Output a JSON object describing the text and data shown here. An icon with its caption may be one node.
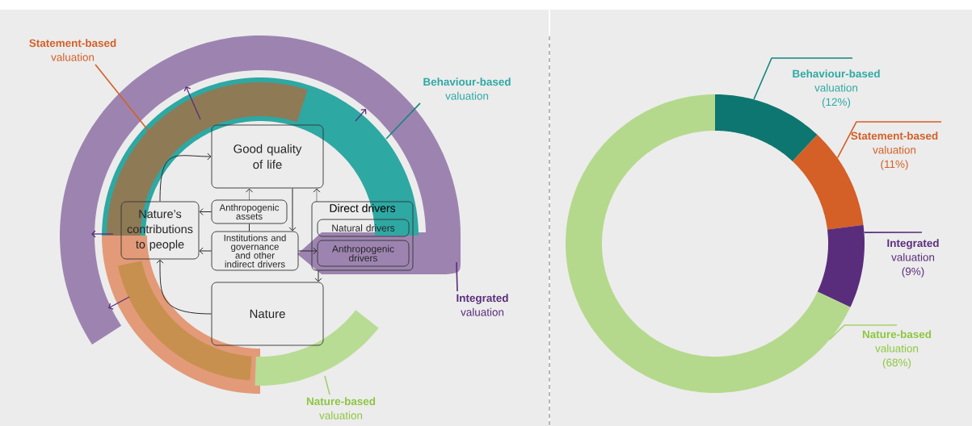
{
  "diagram": {
    "nodes": [
      {
        "text": [
          "Good quality of life"
        ]
      },
      {
        "text": [
          "Nature’s contributions to people"
        ]
      },
      {
        "text": [
          "Anthropogenic assets"
        ]
      },
      {
        "text": [
          "Institutions and governance and other indirect drivers"
        ]
      },
      {
        "text": [
          "Direct drivers"
        ]
      },
      {
        "text": [
          "Natural drivers"
        ],
        "in": 4
      },
      {
        "text": [
          "Anthropogenic drivers"
        ],
        "in": 4
      },
      {
        "text": [
          "Nature"
        ]
      },
      {
        "text": [
          "Statement-based",
          "valuation"
        ]
      },
      {
        "text": [
          "Behaviour-based",
          "valuation"
        ]
      },
      {
        "text": [
          "Integrated",
          "valuation"
        ]
      },
      {
        "text": [
          "Nature-based",
          "valuation"
        ]
      },
      {
        "text": [
          "Behaviour-based",
          "valuation",
          "(12%)"
        ]
      },
      {
        "text": [
          "Statement-based",
          "valuation",
          "(11%)"
        ]
      },
      {
        "text": [
          "Integrated",
          "valuation",
          "(9%)"
        ]
      },
      {
        "text": [
          "Nature-based",
          "valuation",
          "(68%)"
        ]
      },
      {
        "text": [],
        "shape": "arc"
      },
      {
        "text": [],
        "shape": "arc"
      },
      {
        "text": [],
        "shape": "arc"
      },
      {
        "text": [],
        "shape": "arc"
      }
    ],
    "edges": [
      {
        "from": 1,
        "to": 0,
        "arrow": "to"
      },
      {
        "from": 0,
        "to": 3,
        "arrow": "to"
      },
      {
        "from": 2,
        "to": 0,
        "arrow": "to",
        "style": "dashed"
      },
      {
        "from": 4,
        "to": 0,
        "arrow": "to",
        "style": "dashed"
      },
      {
        "from": 2,
        "to": 1,
        "arrow": "to"
      },
      {
        "from": 3,
        "to": 1,
        "arrow": "to"
      },
      {
        "from": 2,
        "to": 3,
        "arrow": "none"
      },
      {
        "from": 3,
        "to": 6,
        "arrow": "to"
      },
      {
        "from": 4,
        "to": 7,
        "arrow": "to"
      },
      {
        "from": 7,
        "to": 1,
        "arrow": "to"
      },
      {
        "from": 8,
        "to": null,
        "arrow": "none",
        "color": "#d45f27"
      },
      {
        "from": 9,
        "to": null,
        "arrow": "none",
        "color": "#13857e"
      },
      {
        "from": 10,
        "to": null,
        "arrow": "none",
        "color": "#5a2d7c"
      },
      {
        "from": 11,
        "to": null,
        "arrow": "none",
        "color": "#a3d06c"
      },
      {
        "from": 12,
        "to": 16,
        "arrow": "none",
        "color": "#13857e"
      },
      {
        "from": 13,
        "to": 17,
        "arrow": "none",
        "color": "#d45f27"
      },
      {
        "from": 14,
        "to": 18,
        "arrow": "none",
        "color": "#5a2d7c"
      },
      {
        "from": 15,
        "to": 19,
        "arrow": "none",
        "color": "#a3d06c"
      }
    ]
  }
}
